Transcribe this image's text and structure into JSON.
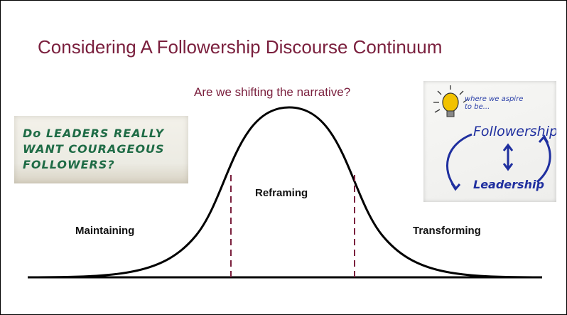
{
  "title": "Considering A Followership Discourse Continuum",
  "subtitle": "Are we shifting the narrative?",
  "regions": {
    "left": "Maintaining",
    "middle": "Reframing",
    "right": "Transforming"
  },
  "photo_left": {
    "lines": [
      "Do LEADERS REALLY",
      "WANT COURAGEOUS",
      "FOLLOWERS?"
    ]
  },
  "photo_right": {
    "aspire_line1": "where we aspire",
    "aspire_line2": "to be...",
    "top_word": "Followership",
    "bottom_word": "Leadership"
  },
  "colors": {
    "title": "#7a1f3d",
    "dashed_lines": "#7a1f3d",
    "curve": "#000000",
    "left_handwriting": "#1e6b45",
    "right_handwriting": "#1f2f9f",
    "bulb": "#f2c200"
  }
}
